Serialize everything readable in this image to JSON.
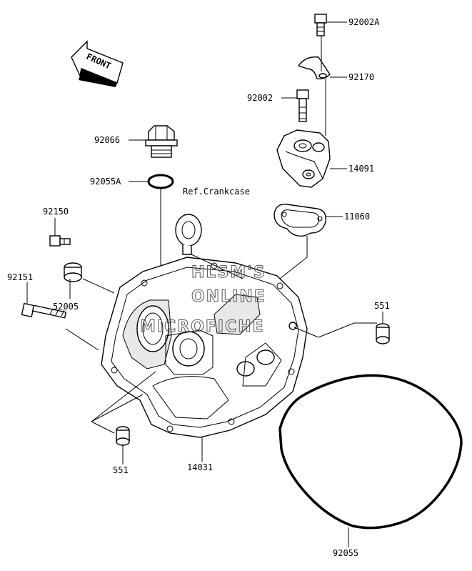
{
  "front_label": "FRONT",
  "ref_label": "Ref.Crankcase",
  "watermark": [
    "HLSM'S",
    "ONLINE",
    "MICROFICHE"
  ],
  "parts": [
    {
      "id": "p-92002A",
      "number": "92002A"
    },
    {
      "id": "p-92170",
      "number": "92170"
    },
    {
      "id": "p-92002",
      "number": "92002"
    },
    {
      "id": "p-14091",
      "number": "14091"
    },
    {
      "id": "p-92066",
      "number": "92066"
    },
    {
      "id": "p-92055A",
      "number": "92055A"
    },
    {
      "id": "p-11060",
      "number": "11060"
    },
    {
      "id": "p-92150",
      "number": "92150"
    },
    {
      "id": "p-92151",
      "number": "92151"
    },
    {
      "id": "p-52005",
      "number": "52005"
    },
    {
      "id": "p-551-right",
      "number": "551"
    },
    {
      "id": "p-551-left",
      "number": "551"
    },
    {
      "id": "p-14031",
      "number": "14031"
    },
    {
      "id": "p-92055",
      "number": "92055"
    }
  ]
}
